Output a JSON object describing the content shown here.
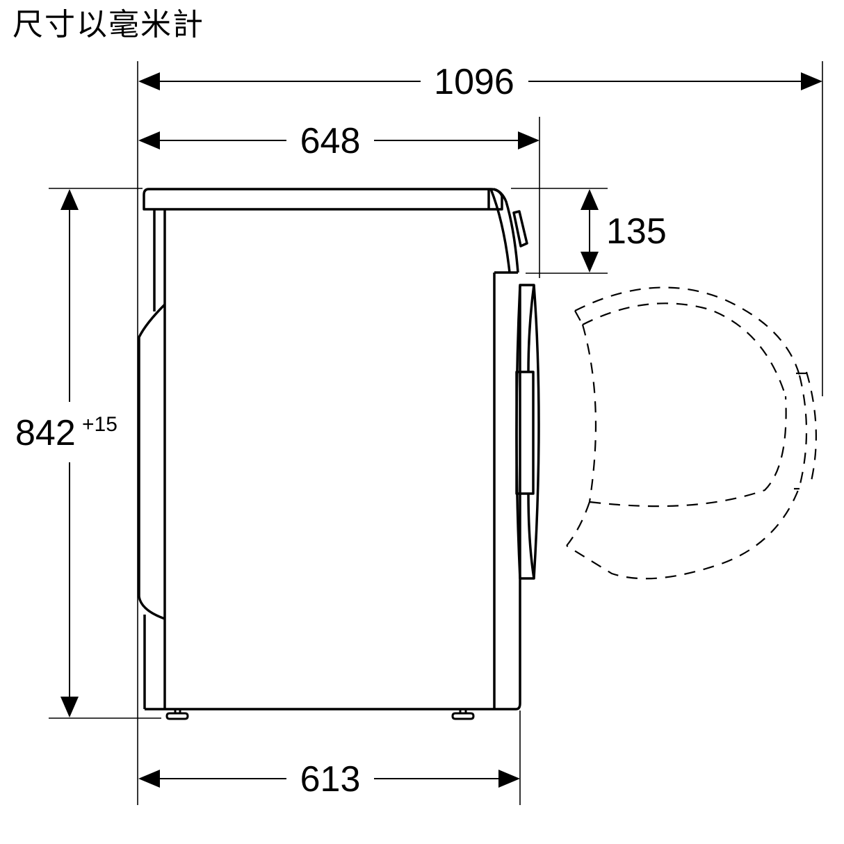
{
  "title": "尺寸以毫米計",
  "unit": "mm",
  "view": "side view",
  "dimensions": {
    "total_depth_door_open": {
      "label": "1096",
      "value": 1096
    },
    "depth_top": {
      "label": "648",
      "value": 648
    },
    "depth_base": {
      "label": "613",
      "value": 613
    },
    "height": {
      "label": "842",
      "tolerance": "+15",
      "value": 842
    },
    "control_panel_height": {
      "label": "135",
      "value": 135
    }
  },
  "colors": {
    "line": "#000000",
    "background": "#ffffff"
  }
}
